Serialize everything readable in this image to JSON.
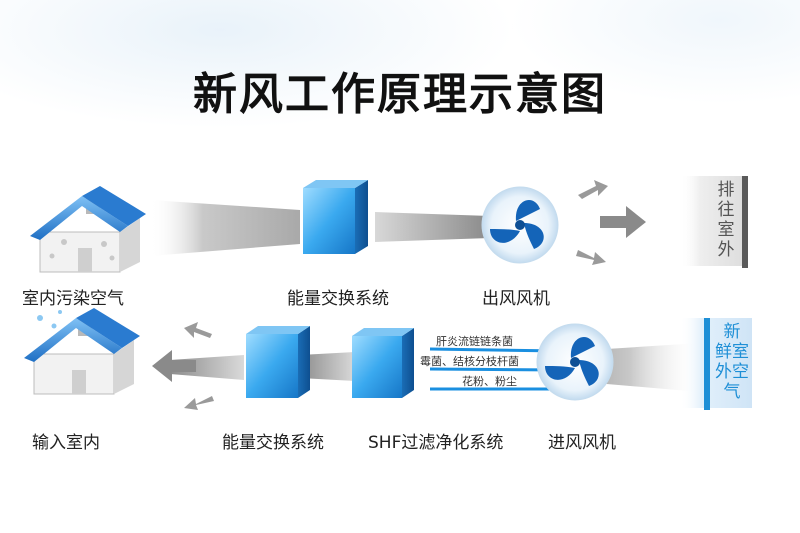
{
  "title": "新风工作原理示意图",
  "top_row": {
    "house_label": "室内污染空气",
    "exchanger_label": "能量交换系统",
    "fan_label": "出风风机",
    "exhaust_chars": [
      "排",
      "往",
      "室",
      "外"
    ]
  },
  "bottom_row": {
    "house_label": "输入室内",
    "exchanger_label": "能量交换系统",
    "filter_label": "SHF过滤净化系统",
    "fan_label": "进风风机",
    "fresh_chars": [
      "新",
      "鲜",
      "室",
      "外",
      "空",
      "气"
    ],
    "filter_items": [
      "肝炎流链链条菌",
      "霉菌、结核分枝杆菌",
      "花粉、粉尘"
    ]
  },
  "colors": {
    "accent": "#1e8fd6",
    "exhaust_gray": "#5c5c5c",
    "house_blue": "#2d7fd0"
  }
}
